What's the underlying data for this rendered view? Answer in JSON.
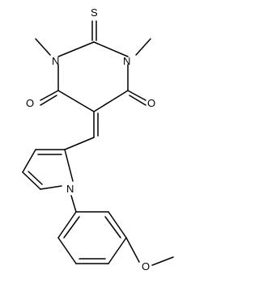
{
  "structure": {
    "atom_labels": {
      "s_top": "S",
      "n_left": "N",
      "n_right": "N",
      "o_left": "O",
      "o_right": "O",
      "n_pyrrole": "N",
      "o_methoxy": "O"
    },
    "colors": {
      "bond": "#000000",
      "label": "#000000",
      "background": "#ffffff"
    }
  }
}
